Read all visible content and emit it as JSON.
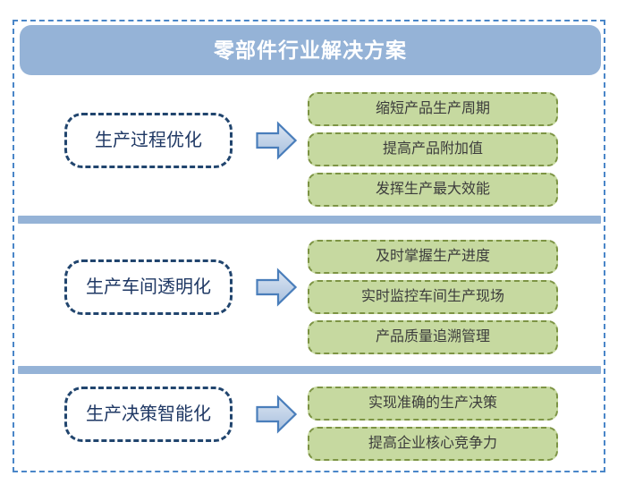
{
  "header": {
    "title": "零部件行业解决方案"
  },
  "colors": {
    "frame_border": "#4A86C8",
    "header_fill": "#95B3D7",
    "header_text": "#FFFFFF",
    "stage_border": "#21456E",
    "stage_text": "#1F3864",
    "outcome_fill": "#C6D9A0",
    "outcome_border": "#7D9444",
    "outcome_text": "#3C3C3C",
    "arrow_fill": "#BDD0E7",
    "arrow_stroke": "#4A7EBB",
    "divider": "#95B3D7"
  },
  "sections": [
    {
      "stage": "生产过程优化",
      "arrow_icon": "right-block-arrow-icon",
      "outcomes": [
        "缩短产品生产周期",
        "提高产品附加值",
        "发挥生产最大效能"
      ]
    },
    {
      "stage": "生产车间透明化",
      "arrow_icon": "right-block-arrow-icon",
      "outcomes": [
        "及时掌握生产进度",
        "实时监控车间生产现场",
        "产品质量追溯管理"
      ]
    },
    {
      "stage": "生产决策智能化",
      "arrow_icon": "right-block-arrow-icon",
      "outcomes": [
        "实现准确的生产决策",
        "提高企业核心竞争力"
      ]
    }
  ]
}
